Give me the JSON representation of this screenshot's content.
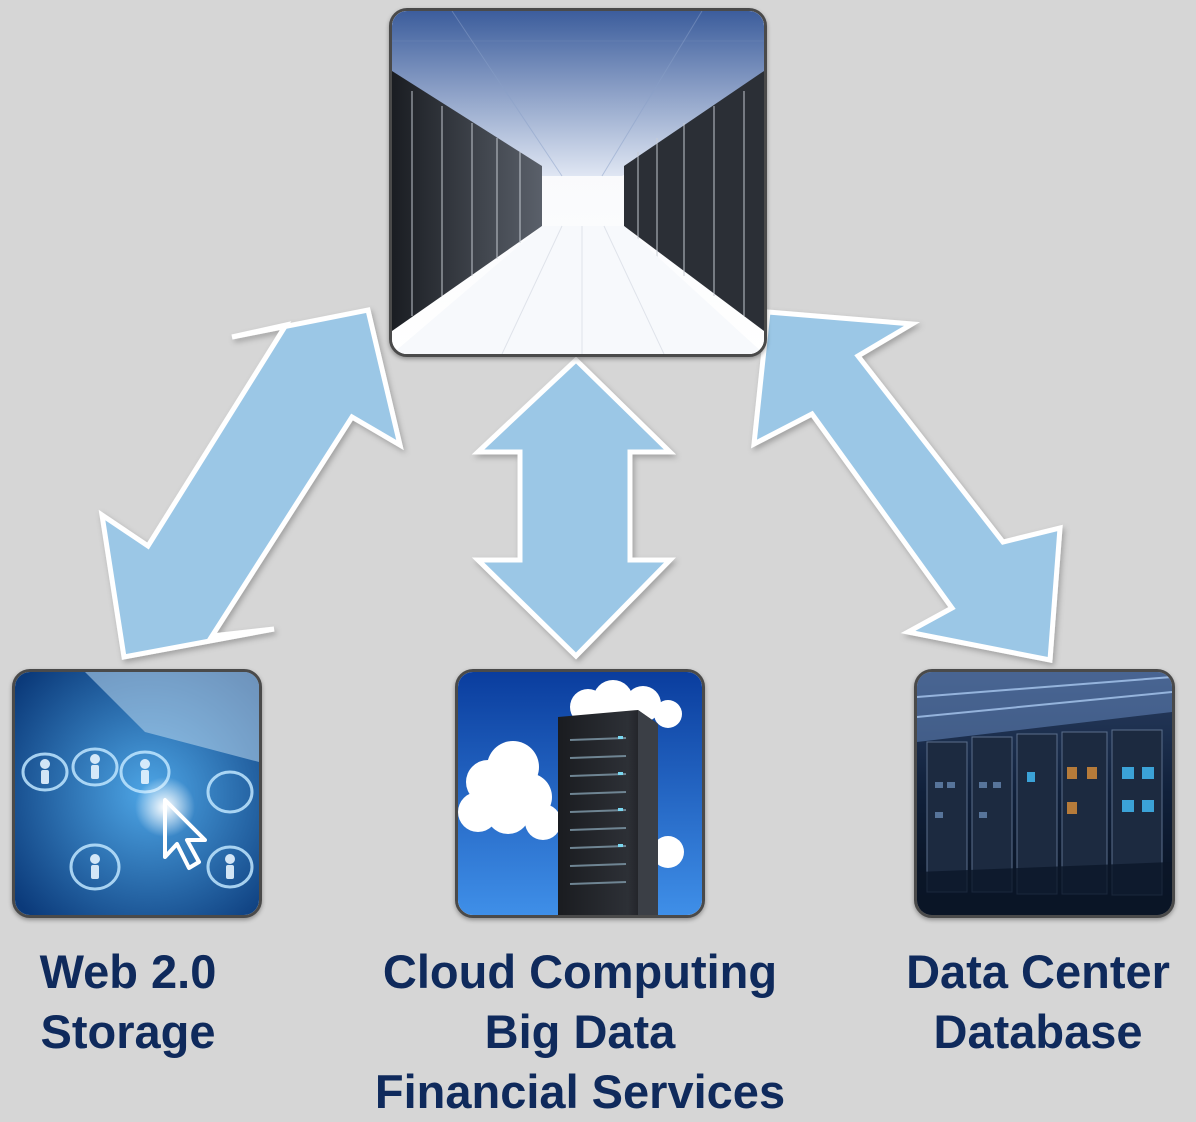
{
  "captions": {
    "web": {
      "line1": "Web 2.0",
      "line2": "Storage"
    },
    "cloud": {
      "line1": "Cloud Computing",
      "line2": "Big Data",
      "line3": "Financial Services"
    },
    "datacenter": {
      "line1": "Data Center",
      "line2": "Database"
    }
  },
  "colors": {
    "background": "#d6d6d6",
    "arrow_fill": "#9bc7e6",
    "arrow_stroke": "#ffffff",
    "caption_text": "#0f2a5c"
  },
  "icons": {
    "top": "server-room-image",
    "web": "social-network-cursor-image",
    "cloud": "server-cloud-image",
    "datacenter": "data-center-racks-image"
  }
}
